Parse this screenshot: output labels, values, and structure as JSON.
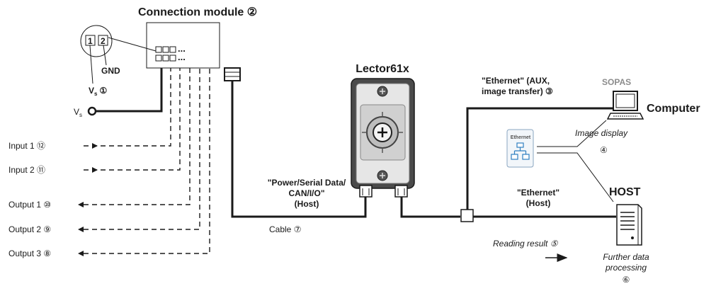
{
  "connection_module": {
    "title": "Connection module ②",
    "pin1": "1",
    "pin2": "2",
    "terminal_dots": "...",
    "gnd": "GND",
    "vs_main": "V",
    "vs_sub": "s",
    "vs_circ": "①"
  },
  "power_input": {
    "main": "V",
    "sub": "s"
  },
  "signals": [
    {
      "label": "Input 1 ⑫",
      "direction": "in"
    },
    {
      "label": "Input 2 ⑪",
      "direction": "in"
    },
    {
      "label": "Output 1 ⑩",
      "direction": "out"
    },
    {
      "label": "Output 2 ⑨",
      "direction": "out"
    },
    {
      "label": "Output 3 ⑧",
      "direction": "out"
    }
  ],
  "cable": {
    "label_lines": [
      "\"Power/Serial Data/",
      "CAN/I/O\"",
      "(Host)"
    ],
    "name": "Cable ⑦"
  },
  "device": {
    "title": "Lector61x"
  },
  "ethernet_aux": {
    "lines": [
      "\"Ethernet\" (AUX,",
      "image transfer) ③"
    ]
  },
  "computer": {
    "software": "SOPAS",
    "title": "Computer",
    "display_label": "Image display",
    "display_circ": "④"
  },
  "switch_icon": {
    "label": "Ethernet"
  },
  "ethernet_host": {
    "lines": [
      "\"Ethernet\"",
      "(Host)"
    ]
  },
  "host": {
    "title": "HOST",
    "further_lines": [
      "Further data",
      "processing"
    ],
    "further_circ": "⑥"
  },
  "reading_result": {
    "label": "Reading result ⑤"
  },
  "colors": {
    "line": "#1a1a1a",
    "device_body": "#4a4a4a",
    "device_face": "#e6e6e6",
    "switch_blue": "#2f7fc0",
    "gray_text": "#8c8c8c"
  }
}
